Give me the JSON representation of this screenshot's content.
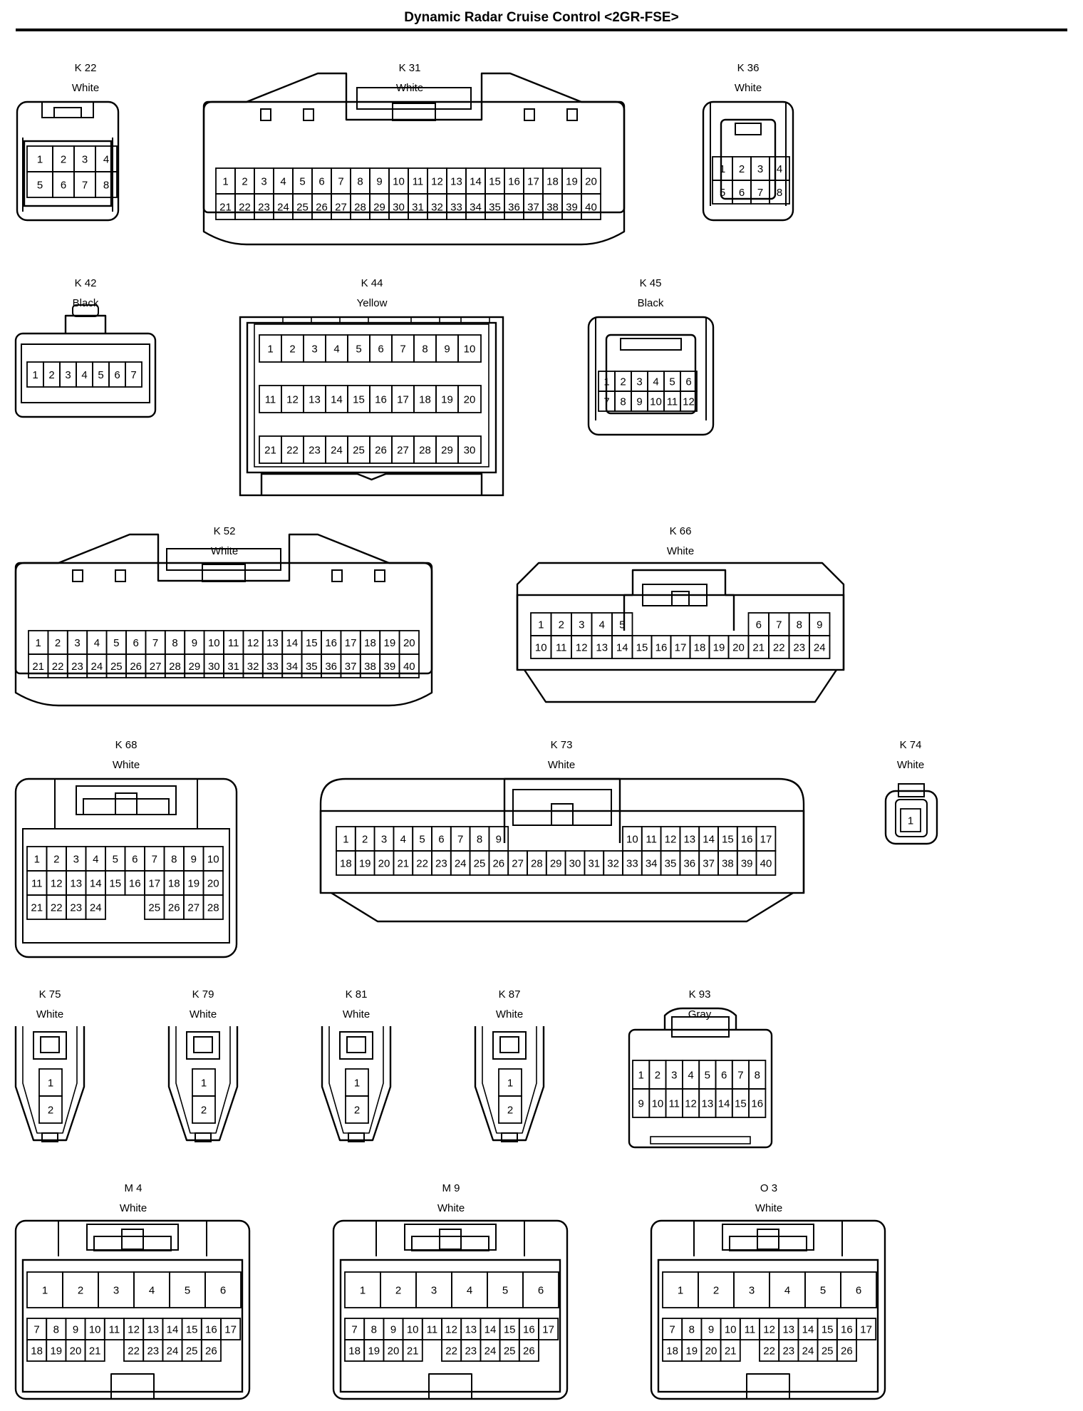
{
  "title": "Dynamic Radar Cruise Control <2GR-FSE>",
  "connectors": [
    {
      "id": "K 22",
      "color": "White",
      "rows": [
        [
          1,
          2,
          3,
          4
        ],
        [
          5,
          6,
          7,
          8
        ]
      ]
    },
    {
      "id": "K 31",
      "color": "White",
      "rows": [
        [
          1,
          2,
          3,
          4,
          5,
          6,
          7,
          8,
          9,
          10,
          11,
          12,
          13,
          14,
          15,
          16,
          17,
          18,
          19,
          20
        ],
        [
          21,
          22,
          23,
          24,
          25,
          26,
          27,
          28,
          29,
          30,
          31,
          32,
          33,
          34,
          35,
          36,
          37,
          38,
          39,
          40
        ]
      ]
    },
    {
      "id": "K 36",
      "color": "White",
      "rows": [
        [
          1,
          2,
          3,
          4
        ],
        [
          5,
          6,
          7,
          8
        ]
      ]
    },
    {
      "id": "K 42",
      "color": "Black",
      "rows": [
        [
          1,
          2,
          3,
          4,
          5,
          6,
          7
        ]
      ]
    },
    {
      "id": "K 44",
      "color": "Yellow",
      "rows": [
        [
          1,
          2,
          3,
          4,
          5,
          6,
          7,
          8,
          9,
          10
        ],
        [
          11,
          12,
          13,
          14,
          15,
          16,
          17,
          18,
          19,
          20
        ],
        [
          21,
          22,
          23,
          24,
          25,
          26,
          27,
          28,
          29,
          30
        ]
      ]
    },
    {
      "id": "K 45",
      "color": "Black",
      "rows": [
        [
          1,
          2,
          3,
          4,
          5,
          6
        ],
        [
          7,
          8,
          9,
          10,
          11,
          12
        ]
      ]
    },
    {
      "id": "K 52",
      "color": "White",
      "rows": [
        [
          1,
          2,
          3,
          4,
          5,
          6,
          7,
          8,
          9,
          10,
          11,
          12,
          13,
          14,
          15,
          16,
          17,
          18,
          19,
          20
        ],
        [
          21,
          22,
          23,
          24,
          25,
          26,
          27,
          28,
          29,
          30,
          31,
          32,
          33,
          34,
          35,
          36,
          37,
          38,
          39,
          40
        ]
      ]
    },
    {
      "id": "K 66",
      "color": "White",
      "rows": [
        [
          1,
          2,
          3,
          4,
          5,
          null,
          null,
          null,
          null,
          null,
          null,
          6,
          7,
          8,
          9
        ],
        [
          10,
          11,
          12,
          13,
          14,
          15,
          16,
          17,
          18,
          19,
          20,
          21,
          22,
          23,
          24
        ]
      ]
    },
    {
      "id": "K 68",
      "color": "White",
      "rows": [
        [
          1,
          2,
          3,
          4,
          5,
          6,
          7,
          8,
          9,
          10
        ],
        [
          11,
          12,
          13,
          14,
          15,
          16,
          17,
          18,
          19,
          20
        ],
        [
          21,
          22,
          23,
          24,
          null,
          null,
          25,
          26,
          27,
          28
        ]
      ]
    },
    {
      "id": "K 73",
      "color": "White",
      "rows": [
        [
          1,
          2,
          3,
          4,
          5,
          6,
          7,
          8,
          9,
          null,
          null,
          null,
          null,
          null,
          null,
          10,
          11,
          12,
          13,
          14,
          15,
          16,
          17
        ],
        [
          18,
          19,
          20,
          21,
          22,
          23,
          24,
          25,
          26,
          27,
          28,
          29,
          30,
          31,
          32,
          33,
          34,
          35,
          36,
          37,
          38,
          39,
          40
        ]
      ]
    },
    {
      "id": "K 74",
      "color": "White",
      "rows": [
        [
          1
        ]
      ]
    },
    {
      "id": "K 75",
      "color": "White",
      "rows": [
        [
          1
        ],
        [
          2
        ]
      ]
    },
    {
      "id": "K 79",
      "color": "White",
      "rows": [
        [
          1
        ],
        [
          2
        ]
      ]
    },
    {
      "id": "K 81",
      "color": "White",
      "rows": [
        [
          1
        ],
        [
          2
        ]
      ]
    },
    {
      "id": "K 87",
      "color": "White",
      "rows": [
        [
          1
        ],
        [
          2
        ]
      ]
    },
    {
      "id": "K 93",
      "color": "Gray",
      "rows": [
        [
          1,
          2,
          3,
          4,
          5,
          6,
          7,
          8
        ],
        [
          9,
          10,
          11,
          12,
          13,
          14,
          15,
          16
        ]
      ]
    },
    {
      "id": "M 4",
      "color": "White",
      "rows": [
        [
          1,
          2,
          3,
          4,
          5,
          6
        ],
        [
          7,
          8,
          9,
          10,
          11,
          12,
          13,
          14,
          15,
          16,
          17
        ],
        [
          18,
          19,
          20,
          21,
          null,
          22,
          23,
          24,
          25,
          26
        ]
      ]
    },
    {
      "id": "M 9",
      "color": "White",
      "rows": [
        [
          1,
          2,
          3,
          4,
          5,
          6
        ],
        [
          7,
          8,
          9,
          10,
          11,
          12,
          13,
          14,
          15,
          16,
          17
        ],
        [
          18,
          19,
          20,
          21,
          null,
          22,
          23,
          24,
          25,
          26
        ]
      ]
    },
    {
      "id": "O 3",
      "color": "White",
      "rows": [
        [
          1,
          2,
          3,
          4,
          5,
          6
        ],
        [
          7,
          8,
          9,
          10,
          11,
          12,
          13,
          14,
          15,
          16,
          17
        ],
        [
          18,
          19,
          20,
          21,
          null,
          22,
          23,
          24,
          25,
          26
        ]
      ]
    }
  ]
}
